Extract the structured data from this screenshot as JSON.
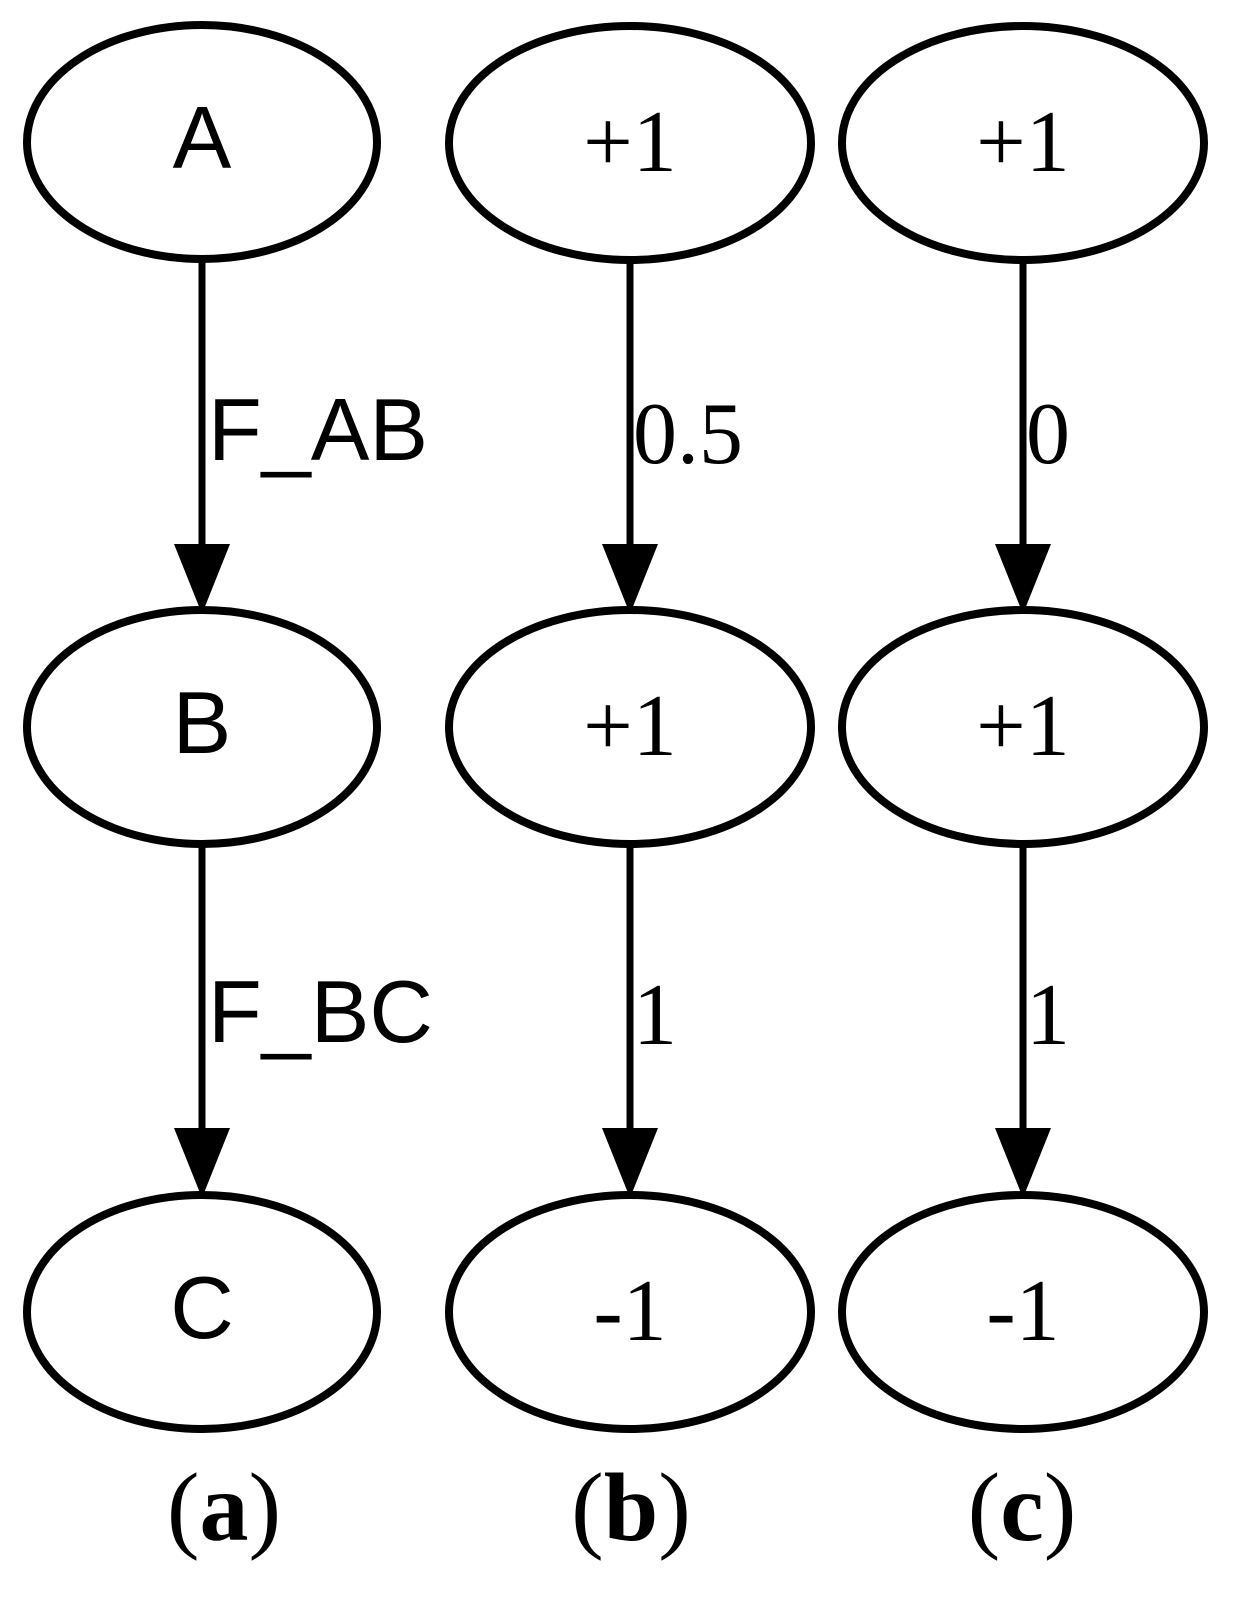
{
  "figure": {
    "background_color": "#ffffff",
    "ink_color": "#000000",
    "columns": [
      {
        "id": "a",
        "caption": {
          "open": "(",
          "letter": "a",
          "close": ")"
        },
        "nodes": [
          {
            "label": "A"
          },
          {
            "label": "B"
          },
          {
            "label": "C"
          }
        ],
        "edges": [
          {
            "label": "F_AB"
          },
          {
            "label": "F_BC"
          }
        ]
      },
      {
        "id": "b",
        "caption": {
          "open": "(",
          "letter": "b",
          "close": ")"
        },
        "nodes": [
          {
            "label": "+1"
          },
          {
            "label": "+1"
          },
          {
            "label": "-1"
          }
        ],
        "edges": [
          {
            "label": "0.5"
          },
          {
            "label": "1"
          }
        ]
      },
      {
        "id": "c",
        "caption": {
          "open": "(",
          "letter": "c",
          "close": ")"
        },
        "nodes": [
          {
            "label": "+1"
          },
          {
            "label": "+1"
          },
          {
            "label": "-1"
          }
        ],
        "edges": [
          {
            "label": "0"
          },
          {
            "label": "1"
          }
        ]
      }
    ]
  }
}
